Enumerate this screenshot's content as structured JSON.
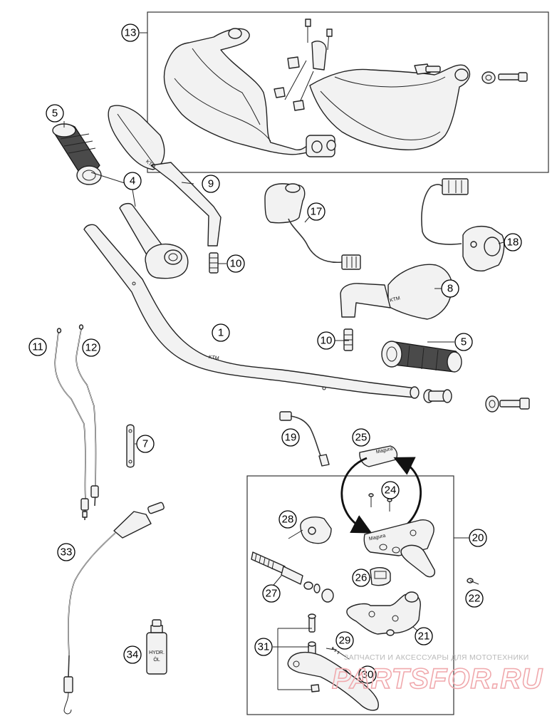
{
  "callouts": {
    "c1": "1",
    "c4": "4",
    "c5a": "5",
    "c5b": "5",
    "c7": "7",
    "c8": "8",
    "c9": "9",
    "c10a": "10",
    "c10b": "10",
    "c11": "11",
    "c12": "12",
    "c13": "13",
    "c17": "17",
    "c18": "18",
    "c19": "19",
    "c20": "20",
    "c21": "21",
    "c22": "22",
    "c24": "24",
    "c25": "25",
    "c26": "26",
    "c27": "27",
    "c28": "28",
    "c29": "29",
    "c30": "30",
    "c31": "31",
    "c33": "33",
    "c34": "34"
  },
  "part_text": {
    "oil_bottle_line1": "HYDR.",
    "oil_bottle_line2": "ÖL"
  },
  "watermark": {
    "subtitle": "ЗАПЧАСТИ И АКСЕССУАРЫ ДЛЯ МОТОТЕХНИКИ",
    "brand": "PARTSFOR.RU"
  },
  "colors": {
    "line": "#222222",
    "watermark_pink": "#f0a9ad",
    "watermark_grey": "#b9b9b9"
  }
}
